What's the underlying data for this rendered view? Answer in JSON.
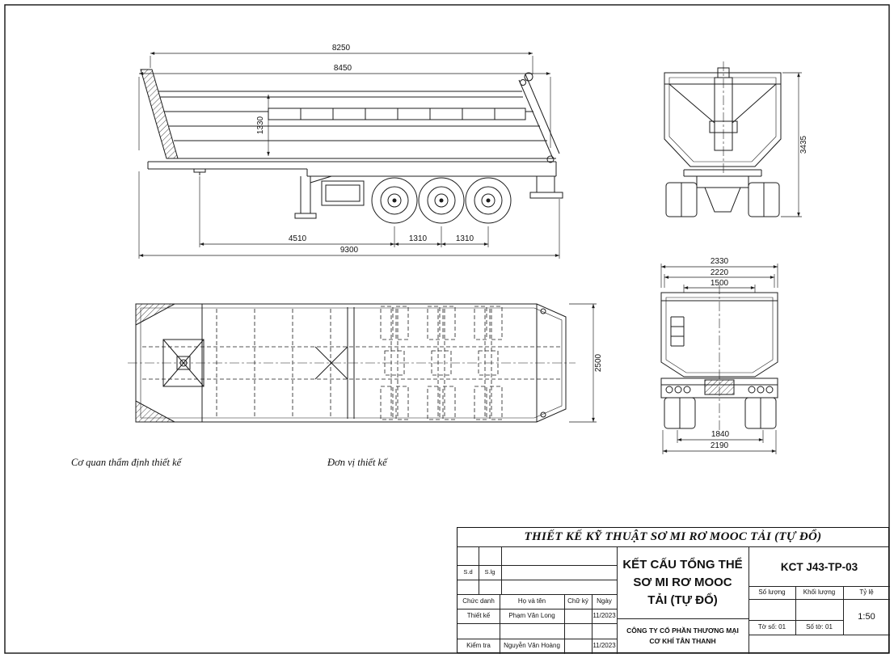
{
  "title_block": {
    "header": "THIẾT KẾ KỸ THUẬT SƠ MI RƠ MOOC TẢI (TỰ ĐỔ)",
    "main_title_line1": "KẾT CẤU TỔNG THỂ",
    "main_title_line2": "SƠ MI RƠ MOOC",
    "main_title_line3": "TẢI (TỰ ĐỔ)",
    "drawing_code": "KCT J43-TP-03",
    "company_line1": "CÔNG TY CỔ PHẦN THƯƠNG MẠI",
    "company_line2": "CƠ KHÍ TÂN THANH",
    "col_sd": "S.d",
    "col_slg": "S.lg",
    "col_role": "Chức danh",
    "col_name": "Họ và tên",
    "col_signature": "Chữ ký",
    "col_date": "Ngày",
    "row_design_role": "Thiết kế",
    "row_design_name": "Phạm Văn Long",
    "row_design_date": "11/2023",
    "row_check_role": "Kiểm tra",
    "row_check_name": "Nguyễn Văn Hoàng",
    "row_check_date": "11/2023",
    "col_quantity": "Số lượng",
    "col_mass": "Khối lượng",
    "col_scale": "Tỷ lệ",
    "scale_value": "1:50",
    "sheet_no": "Tờ số: 01",
    "sheet_count": "Số tờ: 01"
  },
  "notes": {
    "approval_agency": "Cơ quan thẩm định thiết kế",
    "design_unit": "Đơn vị thiết kế"
  },
  "dimensions": {
    "side": {
      "body_length": "8250",
      "body_overall": "8450",
      "body_height": "1330",
      "kingpin_to_axle1": "4510",
      "axle_gap1": "1310",
      "axle_gap2": "1310",
      "overall_length": "9300"
    },
    "rear": {
      "overall_height": "3435"
    },
    "plan": {
      "overall_width": "2500"
    },
    "back": {
      "top_width": "2330",
      "mid_width": "2220",
      "inner_width": "1500",
      "track_width": "1840",
      "overall_width": "2190"
    }
  }
}
